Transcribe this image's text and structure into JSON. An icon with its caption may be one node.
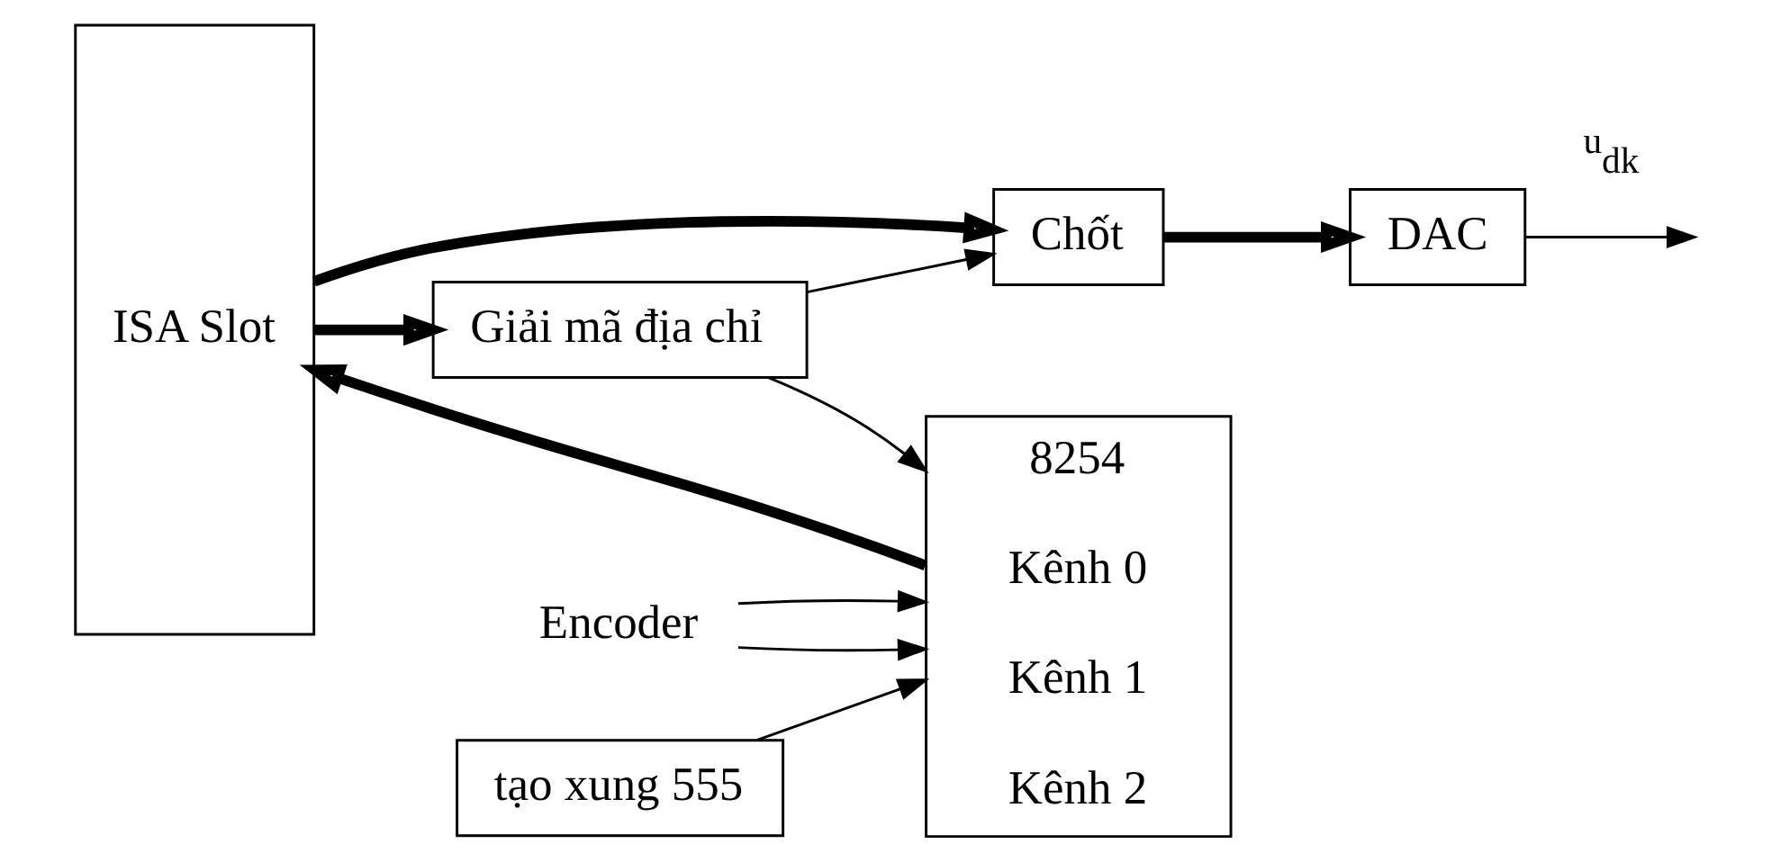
{
  "diagram": {
    "nodes": [
      {
        "text": [
          "ISA Slot"
        ]
      },
      {
        "text": [
          "Chốt"
        ]
      },
      {
        "text": [
          "DAC"
        ]
      },
      {
        "text": [
          "Giải mã địa chỉ"
        ]
      },
      {
        "text": [
          "8254",
          "Kênh 0",
          "Kênh 1",
          "Kênh 2"
        ]
      },
      {
        "text": [
          "Encoder"
        ]
      },
      {
        "text": [
          "tạo xung 555"
        ]
      }
    ],
    "edges": [
      {
        "from": 0,
        "to": 1,
        "arrow": "to",
        "style": "thick"
      },
      {
        "from": 1,
        "to": 2,
        "arrow": "to",
        "style": "thick"
      },
      {
        "from": 2,
        "to": null,
        "arrow": "to",
        "label": "u$_{dk}$"
      },
      {
        "from": 0,
        "to": 3,
        "arrow": "to",
        "style": "thick"
      },
      {
        "from": 3,
        "to": 1,
        "arrow": "to"
      },
      {
        "from": 3,
        "to": 4,
        "arrow": "to"
      },
      {
        "from": 4,
        "to": 0,
        "arrow": "to",
        "style": "thick"
      },
      {
        "from": 5,
        "to": 4,
        "arrow": "to"
      },
      {
        "from": 5,
        "to": 4,
        "arrow": "to"
      },
      {
        "from": 6,
        "to": 4,
        "arrow": "to"
      }
    ]
  }
}
